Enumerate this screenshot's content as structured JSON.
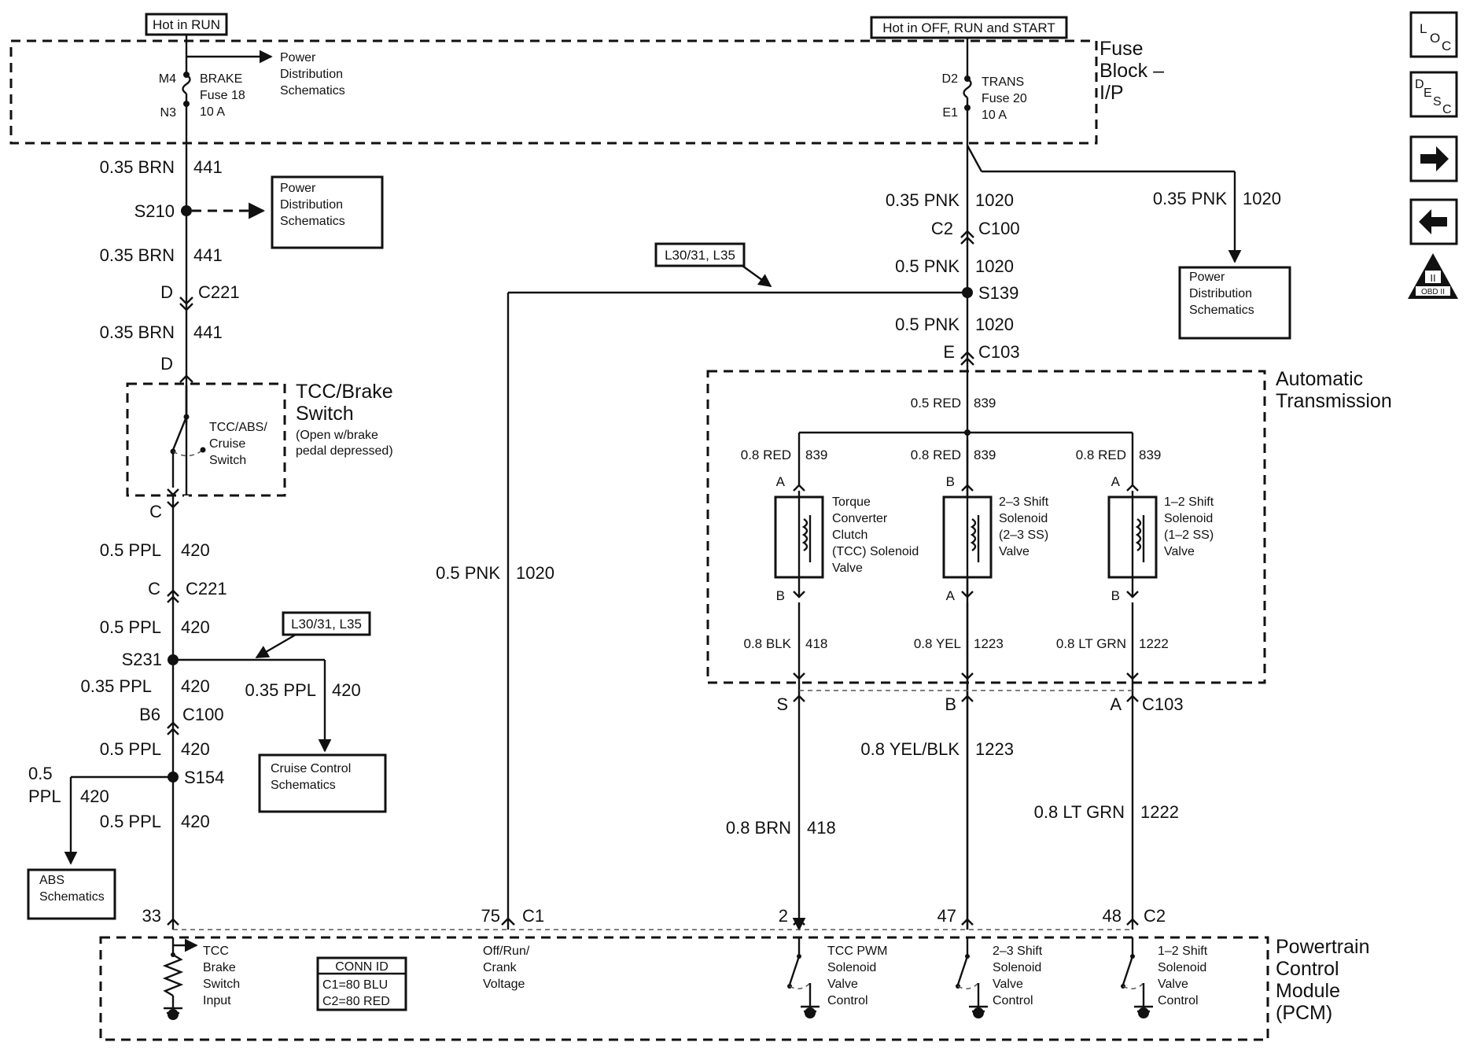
{
  "labels": {
    "hot_run": "Hot in RUN",
    "hot_all": "Hot in OFF, RUN and START",
    "fuse_block": [
      "Fuse",
      "Block –",
      "I/P"
    ],
    "pds": [
      "Power",
      "Distribution",
      "Schematics"
    ],
    "brake_fuse": {
      "pin_top": "M4",
      "pin_bot": "N3",
      "name": "BRAKE",
      "fuse": "Fuse 18",
      "amps": "10 A"
    },
    "trans_fuse": {
      "pin_top": "D2",
      "pin_bot": "E1",
      "name": "TRANS",
      "fuse": "Fuse 20",
      "amps": "10 A"
    },
    "left_wires": {
      "w1": "0.35 BRN",
      "c1": "441",
      "s210": "S210",
      "w2": "0.35 BRN",
      "c2": "441",
      "d1": "D",
      "c221": "C221",
      "w3": "0.35 BRN",
      "c3": "441",
      "d2": "D",
      "c": "C",
      "w4": "0.5 PPL",
      "c4": "420",
      "c_b": "C",
      "c221_b": "C221",
      "w5": "0.5 PPL",
      "c5": "420",
      "s231": "S231",
      "w6": "0.35 PPL",
      "c6": "420",
      "w6b": "0.35 PPL",
      "c6b": "420",
      "b6": "B6",
      "c100": "C100",
      "w7": "0.5 PPL",
      "c7": "420",
      "s154": "S154",
      "w8a": "0.5",
      "w8b": "PPL",
      "c8": "420",
      "w9": "0.5 PPL",
      "c9": "420",
      "pin33": "33"
    },
    "tcc_switch": {
      "title": [
        "TCC/Brake",
        "Switch"
      ],
      "note": [
        "(Open w/brake",
        "pedal depressed)"
      ],
      "inner": [
        "TCC/ABS/",
        "Cruise",
        "Switch"
      ]
    },
    "l3031": "L30/31, L35",
    "cruise": [
      "Cruise Control",
      "Schematics"
    ],
    "abs": [
      "ABS",
      "Schematics"
    ],
    "mid_wire": {
      "w": "0.5 PNK",
      "c": "1020",
      "pin75": "75",
      "c1": "C1"
    },
    "right_wires": {
      "w1": "0.35 PNK",
      "c1": "1020",
      "c2": "C2",
      "c100": "C100",
      "w2": "0.5 PNK",
      "c2w": "1020",
      "s139": "S139",
      "w3": "0.5 PNK",
      "c3": "1020",
      "e": "E",
      "c103": "C103",
      "w_pds": "0.35 PNK",
      "c_pds": "1020"
    },
    "auto_trans": [
      "Automatic",
      "Transmission"
    ],
    "trans_internal": {
      "red_top": "0.5 RED",
      "red_top_c": "839",
      "red_a": "0.8 RED",
      "red_a_c": "839",
      "red_b": "0.8 RED",
      "red_b_c": "839",
      "red_c": "0.8 RED",
      "red_c_c": "839",
      "sol1": [
        "Torque",
        "Converter",
        "Clutch",
        "(TCC) Solenoid",
        "Valve"
      ],
      "sol2": [
        "2–3 Shift",
        "Solenoid",
        "(2–3 SS)",
        "Valve"
      ],
      "sol3": [
        "1–2 Shift",
        "Solenoid",
        "(1–2 SS)",
        "Valve"
      ],
      "pin_a1": "A",
      "pin_b1": "B",
      "pin_a2": "B",
      "pin_b2": "A",
      "pin_a3": "A",
      "pin_b3": "B",
      "blk": "0.8 BLK",
      "blk_c": "418",
      "yel": "0.8 YEL",
      "yel_c": "1223",
      "grn": "0.8 LT GRN",
      "grn_c": "1222"
    },
    "bottom_conn": {
      "s": "S",
      "b": "B",
      "a": "A",
      "c103": "C103"
    },
    "bottom_wires": {
      "brn": "0.8 BRN",
      "brn_c": "418",
      "yelblk": "0.8 YEL/BLK",
      "yelblk_c": "1223",
      "ltgrn": "0.8 LT GRN",
      "ltgrn_c": "1222",
      "pin2": "2",
      "pin47": "47",
      "pin48": "48",
      "c2": "C2"
    },
    "pcm": [
      "Powertrain",
      "Control",
      "Module",
      "(PCM)"
    ],
    "pcm_inputs": {
      "tcc": [
        "TCC",
        "Brake",
        "Switch",
        "Input"
      ],
      "conn_title": "CONN ID",
      "conn_c1": "C1=80 BLU",
      "conn_c2": "C2=80 RED",
      "offrun": [
        "Off/Run/",
        "Crank",
        "Voltage"
      ],
      "pwm": [
        "TCC PWM",
        "Solenoid",
        "Valve",
        "Control"
      ],
      "ss23": [
        "2–3 Shift",
        "Solenoid",
        "Valve",
        "Control"
      ],
      "ss12": [
        "1–2 Shift",
        "Solenoid",
        "Valve",
        "Control"
      ]
    }
  },
  "nav": {
    "loc_icon": "LOC",
    "desc_icon": "DESC",
    "next_icon": "arrow-right",
    "prev_icon": "arrow-left",
    "obd_icon": "OBD II"
  }
}
